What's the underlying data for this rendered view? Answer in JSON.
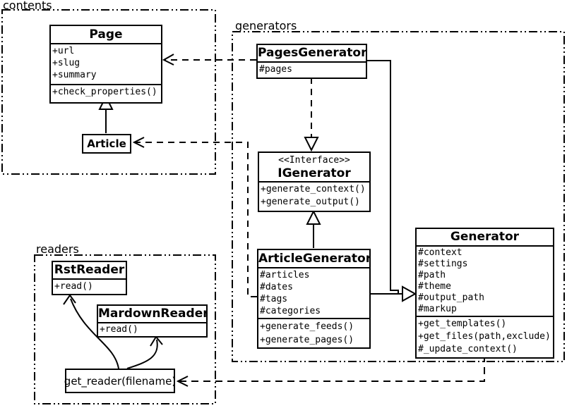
{
  "diagram_title": "UML class diagram",
  "colors": {
    "line": "#000000",
    "background": "#ffffff"
  },
  "packages": {
    "contents": {
      "label": "contents"
    },
    "generators": {
      "label": "generators"
    },
    "readers": {
      "label": "readers"
    }
  },
  "classes": {
    "page": {
      "title": "Page",
      "attributes": [
        "+url",
        "+slug",
        "+summary"
      ],
      "methods": [
        "+check_properties()"
      ]
    },
    "article": {
      "title": "Article"
    },
    "pages_generator": {
      "title": "PagesGenerator",
      "attributes": [
        "#pages"
      ]
    },
    "igenerator": {
      "stereotype": "<<Interface>>",
      "title": "IGenerator",
      "methods": [
        "+generate_context()",
        "+generate_output()"
      ]
    },
    "article_generator": {
      "title": "ArticleGenerator",
      "attributes": [
        "#articles",
        "#dates",
        "#tags",
        "#categories"
      ],
      "methods": [
        "+generate_feeds()",
        "+generate_pages()"
      ]
    },
    "generator": {
      "title": "Generator",
      "attributes": [
        "#context",
        "#settings",
        "#path",
        "#theme",
        "#output_path",
        "#markup"
      ],
      "methods": [
        "+get_templates()",
        "+get_files(path,exclude)",
        "#_update_context()"
      ]
    },
    "rst_reader": {
      "title": "RstReader",
      "methods": [
        "+read()"
      ]
    },
    "markdown_reader": {
      "title": "MardownReader",
      "methods": [
        "+read()"
      ]
    },
    "get_reader": {
      "label": "get_reader(filename)"
    }
  },
  "relationships": [
    {
      "type": "inheritance",
      "from": "Article",
      "to": "Page"
    },
    {
      "type": "dashed-dependency",
      "from": "PagesGenerator",
      "to": "Page"
    },
    {
      "type": "dashed-dependency",
      "from": "ArticleGenerator",
      "to": "Article"
    },
    {
      "type": "dashed-realization",
      "from": "PagesGenerator",
      "to": "IGenerator"
    },
    {
      "type": "inheritance",
      "from": "ArticleGenerator",
      "to": "IGenerator"
    },
    {
      "type": "inheritance",
      "from": "PagesGenerator",
      "to": "Generator"
    },
    {
      "type": "inheritance",
      "from": "ArticleGenerator",
      "to": "Generator"
    },
    {
      "type": "dashed-dependency",
      "from": "Generator",
      "to": "get_reader(filename)"
    },
    {
      "type": "arrow",
      "from": "get_reader(filename)",
      "to": "RstReader"
    },
    {
      "type": "arrow",
      "from": "get_reader(filename)",
      "to": "MardownReader"
    }
  ]
}
